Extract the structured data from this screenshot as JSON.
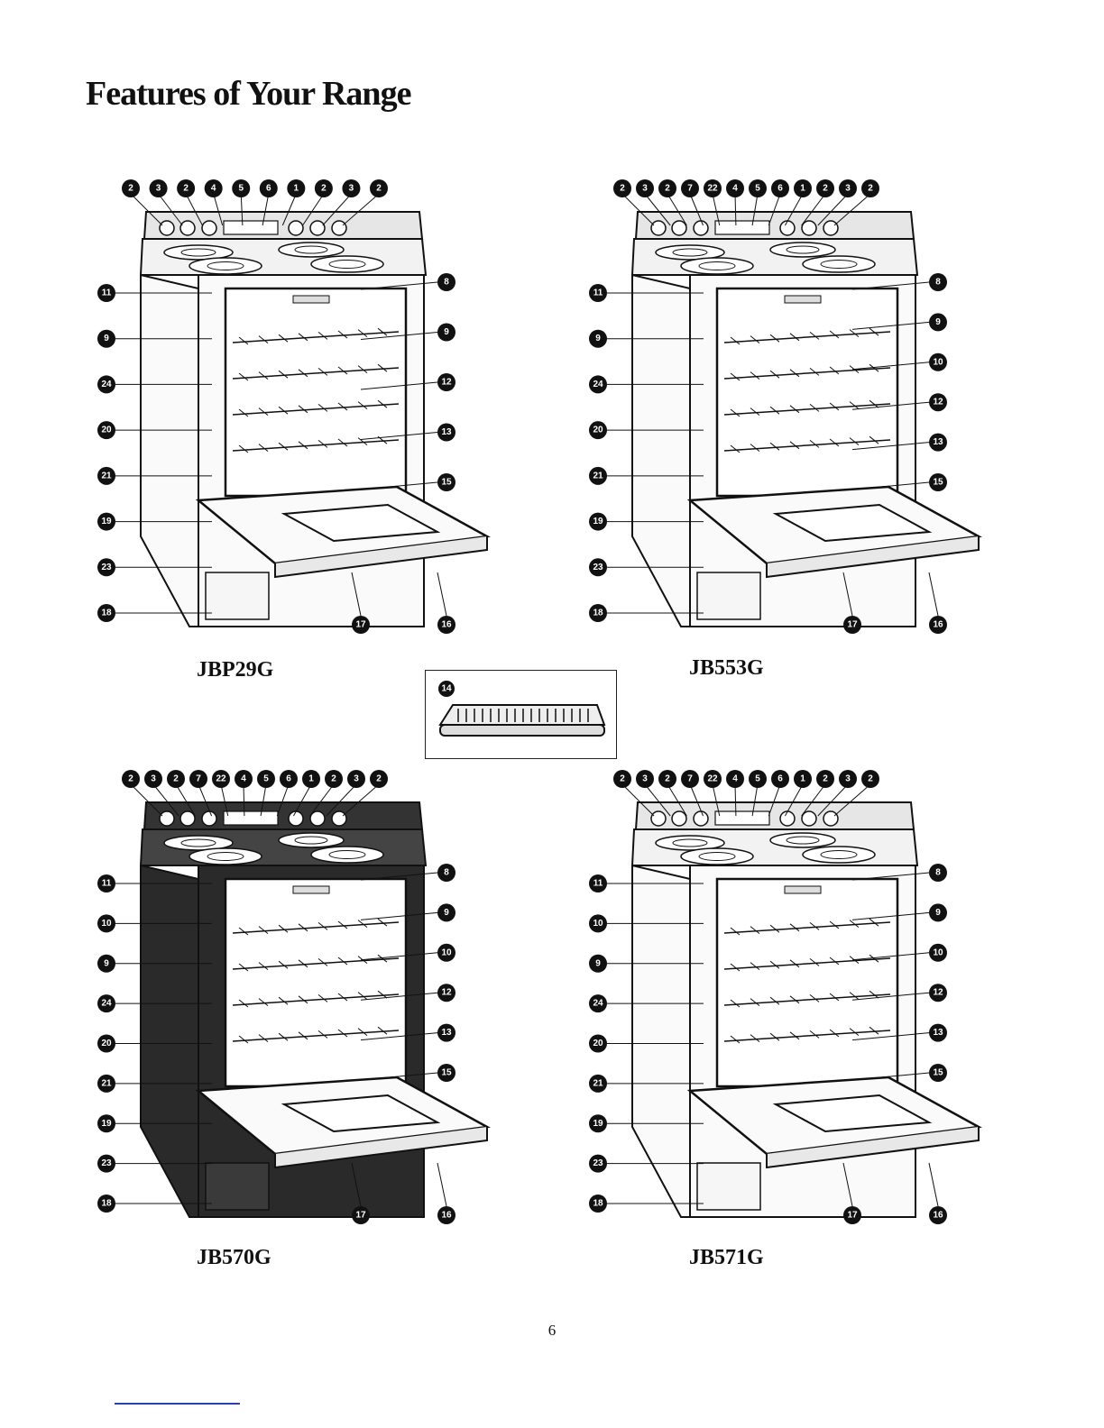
{
  "page": {
    "title": "Features of Your Range",
    "page_number": "6"
  },
  "models": [
    {
      "id": "jbp29g",
      "label": "JBP29G",
      "top_callouts": [
        "2",
        "3",
        "2",
        "4",
        "5",
        "6",
        "1",
        "2",
        "3",
        "2"
      ],
      "left_callouts": [
        "11",
        "9",
        "24",
        "20",
        "21",
        "19",
        "23",
        "18"
      ],
      "right_callouts": [
        "8",
        "9",
        "12",
        "13",
        "15"
      ],
      "bottom_callouts": [
        "17",
        "16"
      ],
      "dark_body": false
    },
    {
      "id": "jb553g",
      "label": "JB553G",
      "top_callouts": [
        "2",
        "3",
        "2",
        "7",
        "22",
        "4",
        "5",
        "6",
        "1",
        "2",
        "3",
        "2"
      ],
      "left_callouts": [
        "11",
        "9",
        "24",
        "20",
        "21",
        "19",
        "23",
        "18"
      ],
      "right_callouts": [
        "8",
        "9",
        "10",
        "12",
        "13",
        "15"
      ],
      "bottom_callouts": [
        "17",
        "16"
      ],
      "dark_body": false
    },
    {
      "id": "jb570g",
      "label": "JB570G",
      "top_callouts": [
        "2",
        "3",
        "2",
        "7",
        "22",
        "4",
        "5",
        "6",
        "1",
        "2",
        "3",
        "2"
      ],
      "left_callouts": [
        "11",
        "10",
        "9",
        "24",
        "20",
        "21",
        "19",
        "23",
        "18"
      ],
      "right_callouts": [
        "8",
        "9",
        "10",
        "12",
        "13",
        "15"
      ],
      "bottom_callouts": [
        "17",
        "16"
      ],
      "dark_body": true
    },
    {
      "id": "jb571g",
      "label": "JB571G",
      "top_callouts": [
        "2",
        "3",
        "2",
        "7",
        "22",
        "4",
        "5",
        "6",
        "1",
        "2",
        "3",
        "2"
      ],
      "left_callouts": [
        "11",
        "10",
        "9",
        "24",
        "20",
        "21",
        "19",
        "23",
        "18"
      ],
      "right_callouts": [
        "8",
        "9",
        "10",
        "12",
        "13",
        "15"
      ],
      "bottom_callouts": [
        "17",
        "16"
      ],
      "dark_body": false
    }
  ],
  "broiler_pan": {
    "callout": "14"
  }
}
